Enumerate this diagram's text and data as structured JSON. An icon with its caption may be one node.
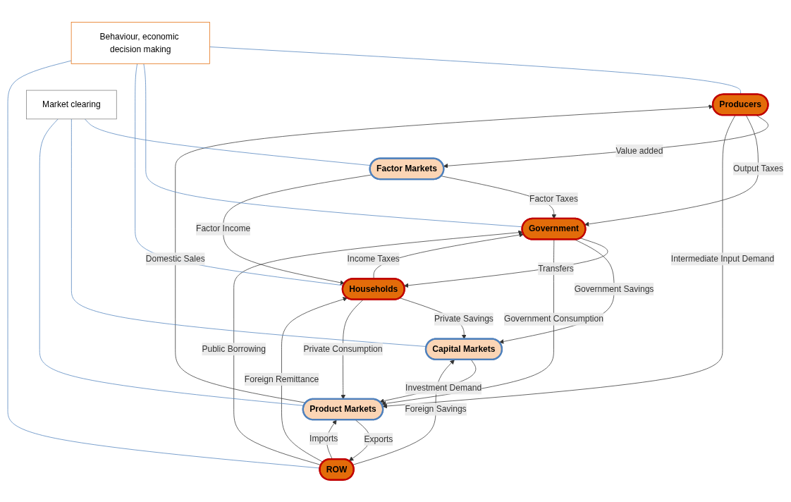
{
  "diagram": {
    "nodes": [
      {
        "text": [
          "Producers"
        ]
      },
      {
        "text": [
          "Factor Markets"
        ]
      },
      {
        "text": [
          "Government"
        ]
      },
      {
        "text": [
          "Households"
        ]
      },
      {
        "text": [
          "Capital Markets"
        ]
      },
      {
        "text": [
          "Product Markets"
        ]
      },
      {
        "text": [
          "ROW"
        ]
      },
      {
        "text": [
          "Behaviour, economic decision making"
        ]
      },
      {
        "text": [
          "Market clearing"
        ]
      }
    ],
    "edges": [
      {
        "from": 0,
        "to": 1,
        "arrow": "to",
        "label": "Value added"
      },
      {
        "from": 0,
        "to": 2,
        "arrow": "to",
        "label": "Output Taxes"
      },
      {
        "from": 1,
        "to": 2,
        "arrow": "to",
        "label": "Factor Taxes"
      },
      {
        "from": 1,
        "to": 3,
        "arrow": "to",
        "label": "Factor Income"
      },
      {
        "from": 3,
        "to": 2,
        "arrow": "to",
        "label": "Income Taxes"
      },
      {
        "from": 2,
        "to": 3,
        "arrow": "to",
        "label": "Transfers"
      },
      {
        "from": 2,
        "to": 4,
        "arrow": "to",
        "label": "Government Savings"
      },
      {
        "from": 3,
        "to": 4,
        "arrow": "to",
        "label": "Private Savings"
      },
      {
        "from": 5,
        "to": 0,
        "arrow": "to",
        "label": "Domestic Sales"
      },
      {
        "from": 0,
        "to": 5,
        "arrow": "to",
        "label": "Intermediate Input Demand"
      },
      {
        "from": 6,
        "to": 2,
        "arrow": "to",
        "label": "Public Borrowing"
      },
      {
        "from": 2,
        "to": 5,
        "arrow": "to",
        "label": "Government Consumption"
      },
      {
        "from": 3,
        "to": 5,
        "arrow": "to",
        "label": "Private Consumption"
      },
      {
        "from": 6,
        "to": 3,
        "arrow": "to",
        "label": "Foreign Remittance"
      },
      {
        "from": 4,
        "to": 5,
        "arrow": "to",
        "label": "Investment Demand"
      },
      {
        "from": 5,
        "to": 6,
        "arrow": "to",
        "label": "Exports"
      },
      {
        "from": 6,
        "to": 5,
        "arrow": "to",
        "label": "Imports"
      },
      {
        "from": 6,
        "to": 4,
        "arrow": "to",
        "label": "Foreign Savings"
      },
      {
        "from": 7,
        "to": 0,
        "arrow": "none",
        "color": "#4f81bd"
      },
      {
        "from": 7,
        "to": 2,
        "arrow": "none",
        "color": "#4f81bd"
      },
      {
        "from": 7,
        "to": 3,
        "arrow": "none",
        "color": "#4f81bd"
      },
      {
        "from": 7,
        "to": 6,
        "arrow": "none",
        "color": "#4f81bd"
      },
      {
        "from": 8,
        "to": 1,
        "arrow": "none",
        "color": "#4f81bd"
      },
      {
        "from": 8,
        "to": 4,
        "arrow": "none",
        "color": "#4f81bd"
      },
      {
        "from": 8,
        "to": 5,
        "arrow": "none",
        "color": "#4f81bd"
      }
    ]
  }
}
